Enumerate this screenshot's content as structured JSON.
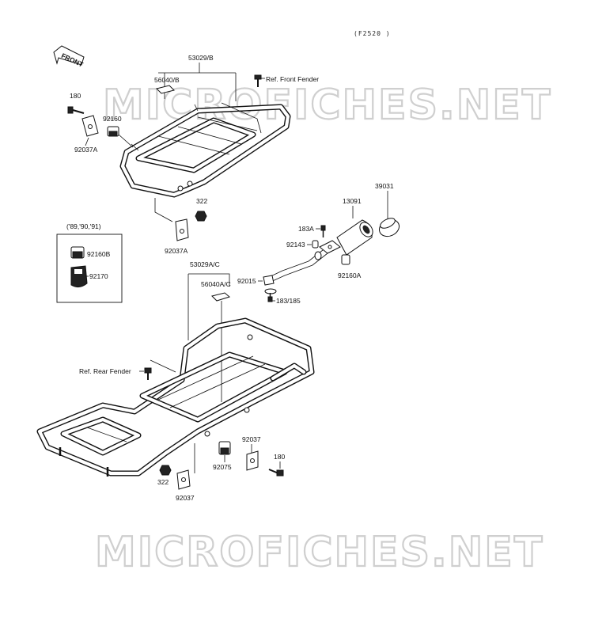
{
  "diagram": {
    "figure_code": "(F2520 )",
    "front_arrow": "FRONT",
    "watermark": "MICROFICHES.NET",
    "inset_title": "('89,'90,'91)",
    "labels": {
      "p53029b": "53029/B",
      "p56040b": "56040/B",
      "ref_front_fender": "Ref. Front Fender",
      "p180_top": "180",
      "p92160": "92160",
      "p92037a_top": "92037A",
      "p322_top": "322",
      "p92037a_mid": "92037A",
      "p92160b": "92160B",
      "p92170": "92170",
      "p183a": "183A",
      "p13091": "13091",
      "p39031": "39031",
      "p92143": "92143",
      "p92160a": "92160A",
      "p92015": "92015",
      "p183_185": "183/185",
      "p53029ac": "53029A/C",
      "p56040ac": "56040A/C",
      "ref_rear_fender": "Ref. Rear Fender",
      "p92037_right": "92037",
      "p92075": "92075",
      "p180_bottom": "180",
      "p322_bottom": "322",
      "p92037_bottom": "92037"
    }
  }
}
